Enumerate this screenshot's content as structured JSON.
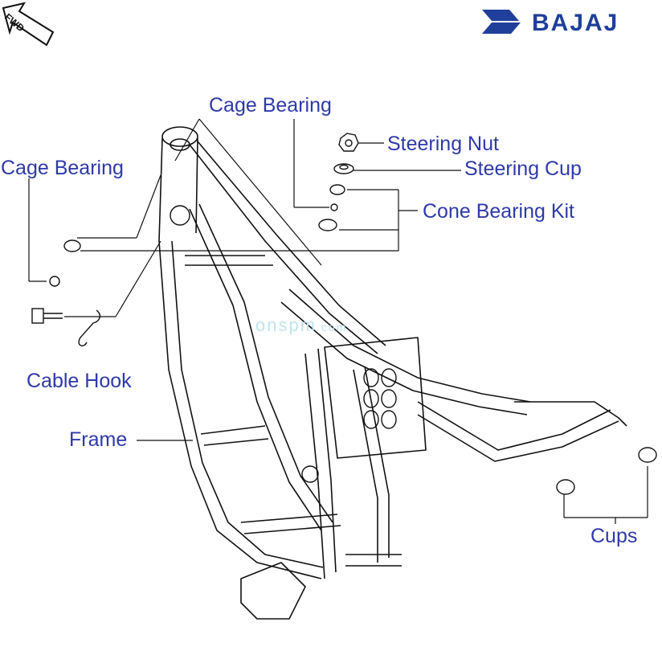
{
  "orientation_badge": {
    "text": "FWD",
    "icon": "forward-arrow-icon"
  },
  "brand": {
    "name": "BAJAJ",
    "logo_icon": "bajaj-logo-icon",
    "color": "#1f3f9a"
  },
  "watermark": {
    "text": "onspm",
    "suffix": ".com",
    "color": "#bfe3ee"
  },
  "label_color": "#2e3aa8",
  "callouts": {
    "cage_bearing_top": "Cage Bearing",
    "cage_bearing_left": "Cage Bearing",
    "steering_nut": "Steering Nut",
    "steering_cup": "Steering Cup",
    "cone_bearing_kit": "Cone Bearing Kit",
    "cable_hook": "Cable Hook",
    "frame": "Frame",
    "cups": "Cups"
  }
}
